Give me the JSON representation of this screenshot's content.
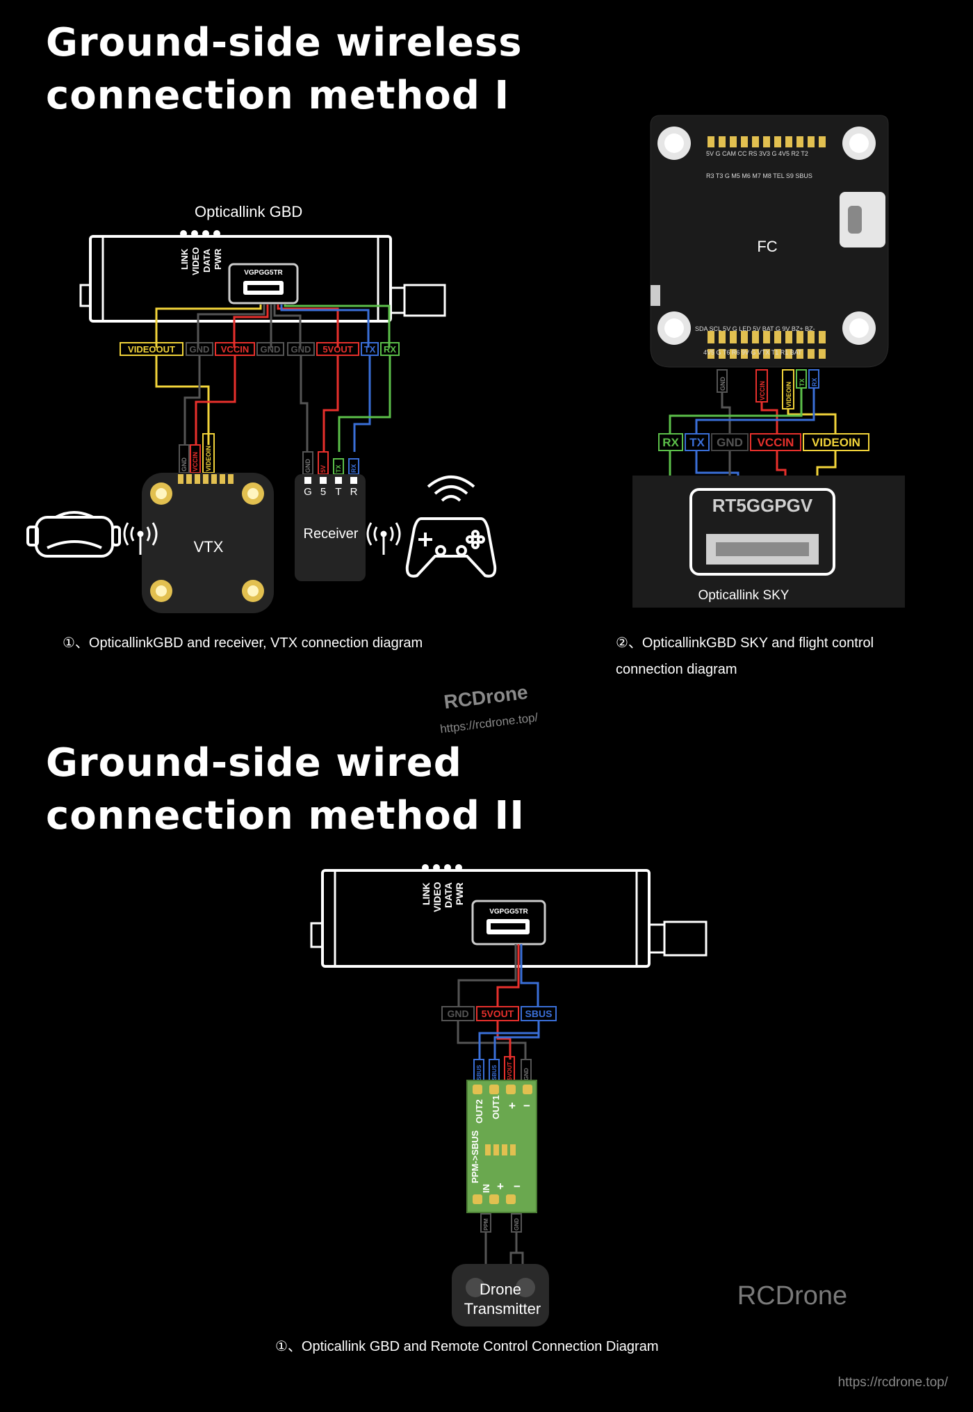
{
  "section1": {
    "title_line1": "Ground-side wireless",
    "title_line2": "connection method I",
    "gbd_label": "Opticallink GBD",
    "chip_label": "VGPGG5TR",
    "leds": [
      "LINK",
      "VIDEO",
      "DATA",
      "PWR"
    ],
    "pins": [
      "VIDEOOUT",
      "GND",
      "VCCIN",
      "GND",
      "GND",
      "5VOUT",
      "TX",
      "RX"
    ],
    "vtx_label": "VTX",
    "vtx_pins": [
      "GND",
      "VCCIN",
      "VIDEOIN"
    ],
    "receiver_label": "Receiver",
    "receiver_pins": [
      "G",
      "5",
      "T",
      "R"
    ],
    "receiver_wire_labels": [
      "GND",
      "5V",
      "TX",
      "RX"
    ],
    "caption_left": "①、OpticallinkGBD and receiver, VTX connection diagram",
    "fc_label": "FC",
    "fc_top_row1": "5V  G  CAM CC  RS  3V3  G  4V5  R2  T2",
    "fc_top_row2": "R3  T3  G  M5  M6  M7  M8 TEL  S9  SBUS",
    "fc_bottom_row1": "SDA SCL 5V  G  LED 5V BAT G  9V  BZ+ BZ-",
    "fc_bottom_row2": "4V5  G  T6  R6  9V  G  VTX  T1  R1  BAT",
    "fc_wire_labels": [
      "GND",
      "VCCIN",
      "VIDEOIN",
      "TX",
      "RX"
    ],
    "sky_pins": [
      "RX",
      "TX",
      "GND",
      "VCCIN",
      "VIDEOIN"
    ],
    "sky_chip": "RT5GGPGV",
    "sky_label": "Opticallink SKY",
    "caption_right_line1": "②、OpticallinkGBD SKY and flight control",
    "caption_right_line2": "connection diagram"
  },
  "watermark": {
    "brand": "RCDrone",
    "url": "https://rcdrone.top/"
  },
  "section2": {
    "title_line1": "Ground-side wired",
    "title_line2": "connection method II",
    "chip_label": "VGPGG5TR",
    "leds": [
      "LINK",
      "VIDEO",
      "DATA",
      "PWR"
    ],
    "pins": [
      "GND",
      "5VOUT",
      "SBUS"
    ],
    "converter_top_wires": [
      "SBUS",
      "SBUS",
      "5VOUT",
      "GND"
    ],
    "converter_top_labels": [
      "OUT2",
      "OUT1",
      "+",
      "−"
    ],
    "converter_name": "PPM->SBUS",
    "converter_bottom_labels": [
      "IN",
      "+",
      "−"
    ],
    "converter_bottom_wires": [
      "PPM",
      "GND"
    ],
    "transmitter_line1": "Drone",
    "transmitter_line2": "Transmitter",
    "caption": "①、Opticallink GBD and Remote Control Connection Diagram"
  },
  "colors": {
    "yellow": "#f2d43a",
    "red": "#e8302c",
    "blue": "#3a6fd8",
    "green": "#5cc04a",
    "gray": "#555555"
  }
}
